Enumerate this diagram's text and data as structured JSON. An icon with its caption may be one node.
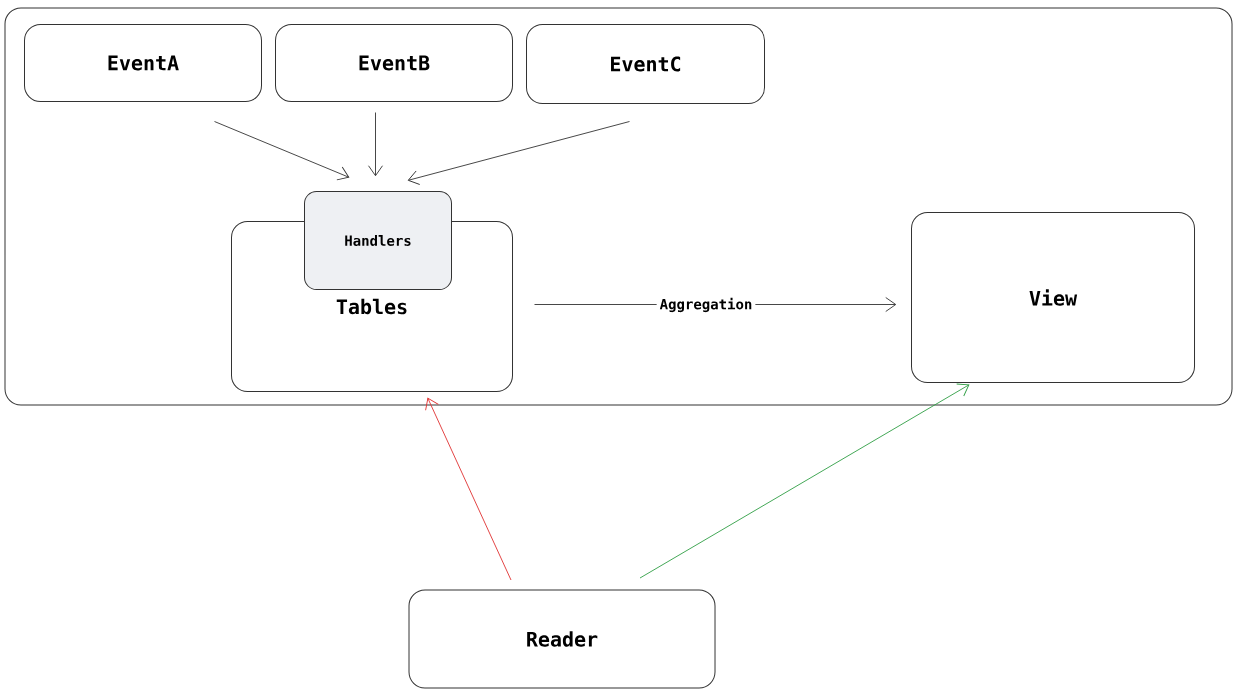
{
  "diagram": {
    "nodes": [
      {
        "text": [],
        "shape": "box"
      },
      {
        "text": [
          "EventA"
        ],
        "in": 0
      },
      {
        "text": [
          "EventB"
        ],
        "in": 0
      },
      {
        "text": [
          "EventC"
        ],
        "in": 0
      },
      {
        "text": [
          "Tables"
        ],
        "in": 0
      },
      {
        "text": [
          "Handlers"
        ],
        "in": 0
      },
      {
        "text": [
          "View"
        ],
        "in": 0
      },
      {
        "text": [
          "Reader"
        ]
      }
    ],
    "edges": [
      {
        "from": 1,
        "to": 5,
        "arrow": "to"
      },
      {
        "from": 2,
        "to": 5,
        "arrow": "to"
      },
      {
        "from": 3,
        "to": 5,
        "arrow": "to"
      },
      {
        "from": 4,
        "to": 6,
        "arrow": "to",
        "label": "Aggregation"
      },
      {
        "from": 7,
        "to": 4,
        "arrow": "to",
        "color": "#e03131"
      },
      {
        "from": 7,
        "to": 6,
        "arrow": "to",
        "color": "#2f9e44"
      }
    ]
  }
}
